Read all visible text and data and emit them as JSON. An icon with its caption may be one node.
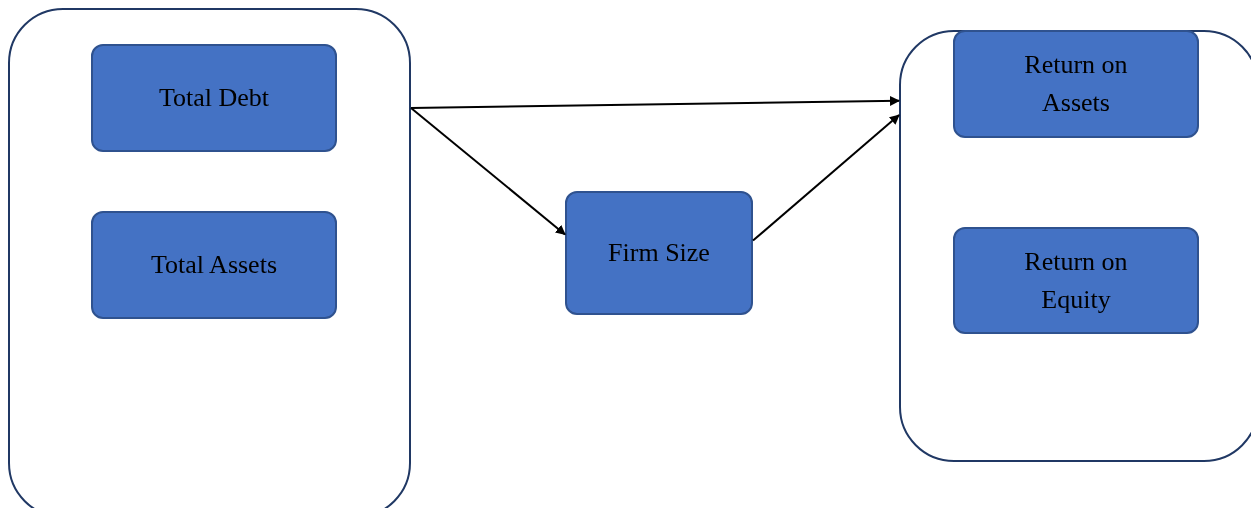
{
  "diagram": {
    "nodes": [
      {
        "text": [],
        "shape": "box"
      },
      {
        "text": [
          "Total Debt"
        ],
        "in": 0
      },
      {
        "text": [
          "Total Assets"
        ],
        "in": 0
      },
      {
        "text": [
          "Firm Size"
        ]
      },
      {
        "text": [],
        "shape": "box"
      },
      {
        "text": [
          "Return on Assets"
        ],
        "in": 4
      },
      {
        "text": [
          "Return on Equity"
        ],
        "in": 4
      }
    ],
    "edges": [
      {
        "from": 0,
        "to": 4,
        "arrow": "to"
      },
      {
        "from": 0,
        "to": 3,
        "arrow": "to"
      },
      {
        "from": 3,
        "to": 4,
        "arrow": "to"
      }
    ]
  }
}
